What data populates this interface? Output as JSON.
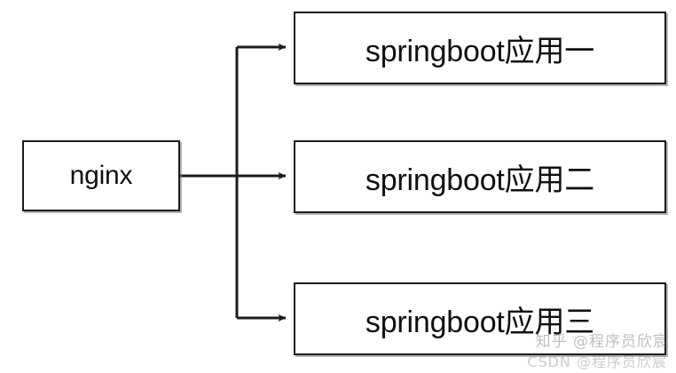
{
  "diagram": {
    "type": "flow-diagram",
    "background_color": "#ffffff",
    "stroke_color": "#1b1b1b",
    "nodes": [
      {
        "id": "nginx",
        "label": "nginx",
        "shape": "rectangle"
      },
      {
        "id": "app1",
        "label": "springboot应用一",
        "shape": "rectangle"
      },
      {
        "id": "app2",
        "label": "springboot应用二",
        "shape": "rectangle"
      },
      {
        "id": "app3",
        "label": "springboot应用三",
        "shape": "rectangle"
      }
    ],
    "edges": [
      {
        "from": "nginx",
        "to": "app1",
        "arrow": "filled-triangle",
        "style": "orthogonal"
      },
      {
        "from": "nginx",
        "to": "app2",
        "arrow": "filled-triangle",
        "style": "orthogonal"
      },
      {
        "from": "nginx",
        "to": "app3",
        "arrow": "filled-triangle",
        "style": "orthogonal"
      }
    ]
  },
  "watermarks": {
    "zhihu": "知乎 @程序员欣宸",
    "csdn": "CSDN @程序员欣宸"
  }
}
